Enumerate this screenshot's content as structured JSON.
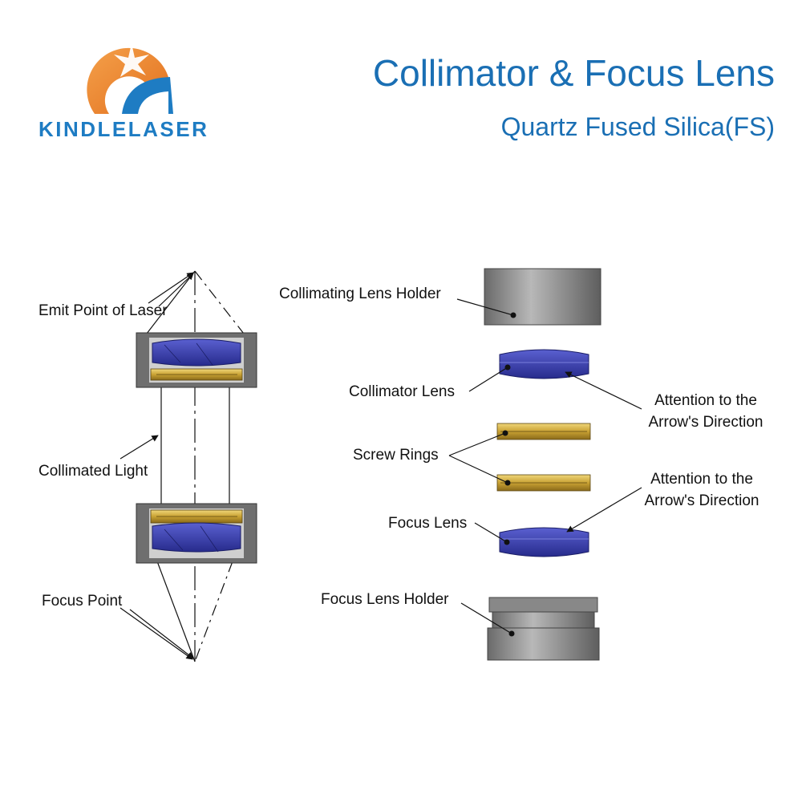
{
  "brand": {
    "name": "KINDLELASER",
    "colors": {
      "blue": "#1e7cc3",
      "orange": "#f08a2c",
      "title_blue": "#1a6fb4"
    }
  },
  "header": {
    "title": "Collimator & Focus Lens",
    "subtitle": "Quartz Fused Silica(FS)"
  },
  "labels": {
    "emit_point": "Emit Point of Laser",
    "collimated_light": "Collimated Light",
    "focus_point": "Focus Point",
    "collimating_lens_holder": "Collimating Lens Holder",
    "collimator_lens": "Collimator Lens",
    "screw_rings": "Screw Rings",
    "focus_lens": "Focus Lens",
    "focus_lens_holder": "Focus Lens Holder",
    "attention_1": [
      "Attention to the",
      "Arrow's Direction"
    ],
    "attention_2": [
      "Attention to the",
      "Arrow's Direction"
    ]
  },
  "palette": {
    "lens_blue": "#3a3fae",
    "brass": "#c9a233",
    "housing_gray": "#6f6f6f",
    "holder_gray": "#9a9a9a"
  }
}
